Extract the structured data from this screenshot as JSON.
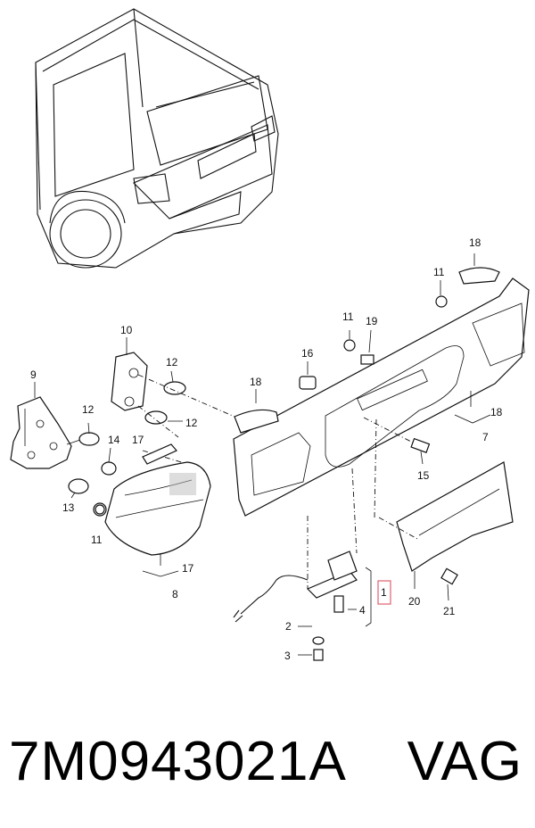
{
  "diagram": {
    "callouts": {
      "n1": "1",
      "n2": "2",
      "n3": "3",
      "n4": "4",
      "n7": "7",
      "n8": "8",
      "n9": "9",
      "n10": "10",
      "n11a": "11",
      "n11b": "11",
      "n11c": "11",
      "n12a": "12",
      "n12b": "12",
      "n12c": "12",
      "n13": "13",
      "n14": "14",
      "n15": "15",
      "n16": "16",
      "n17a": "17",
      "n17b": "17",
      "n18a": "18",
      "n18b": "18",
      "n18c": "18",
      "n19": "19",
      "n20": "20",
      "n21": "21"
    },
    "highlight_color": "#e06070"
  },
  "footer": {
    "part_number": "7M0943021A",
    "brand": "VAG"
  }
}
